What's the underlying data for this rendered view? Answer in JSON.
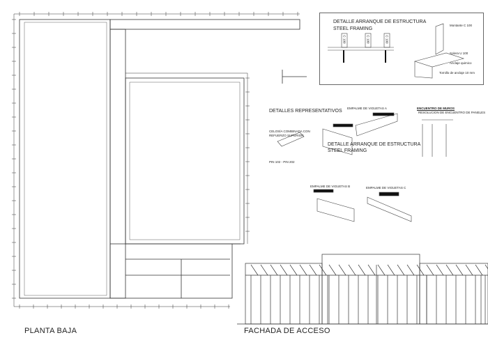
{
  "sheet": {
    "plan_title": "PLANTA BAJA",
    "facade_title": "FACHADA DE ACCESO"
  },
  "detail_top": {
    "title_line1": "DETALLE  ARRANQUE DE ESTRUCTURA",
    "title_line2": "STEEL FRAMING",
    "labels": [
      "C 100",
      "C 100",
      "C 100",
      "Montante C 100",
      "Solera U 100",
      "Anclaje quimico",
      "Tornillo de anclaje 10 mm"
    ]
  },
  "details": {
    "section_title": "DETALLES REPRESENTATIVOS",
    "celosia_label_line1": "CELOSÍA COMBINADA CON",
    "celosia_label_line2": "REFUERZO SUPERIOR",
    "pin_label": "PIN 102 - PIN 202",
    "empalme_a": "EMPALME DE VIGUETAS A",
    "encuentro_header": "ENCUENTRO DE MUROS",
    "encuentro_title": "RESOLUCION DE ENCUENTRO DE PANELES",
    "arranque_line1": "DETALLE  ARRANQUE DE ESTRUCTURA",
    "arranque_line2": "STEEL FRAMING",
    "empalme_b": "EMPALME DE VIGUETAS B",
    "empalme_c": "EMPALME DE VIGUETAS C"
  },
  "colors": {
    "line": "#333333",
    "background": "#ffffff"
  }
}
